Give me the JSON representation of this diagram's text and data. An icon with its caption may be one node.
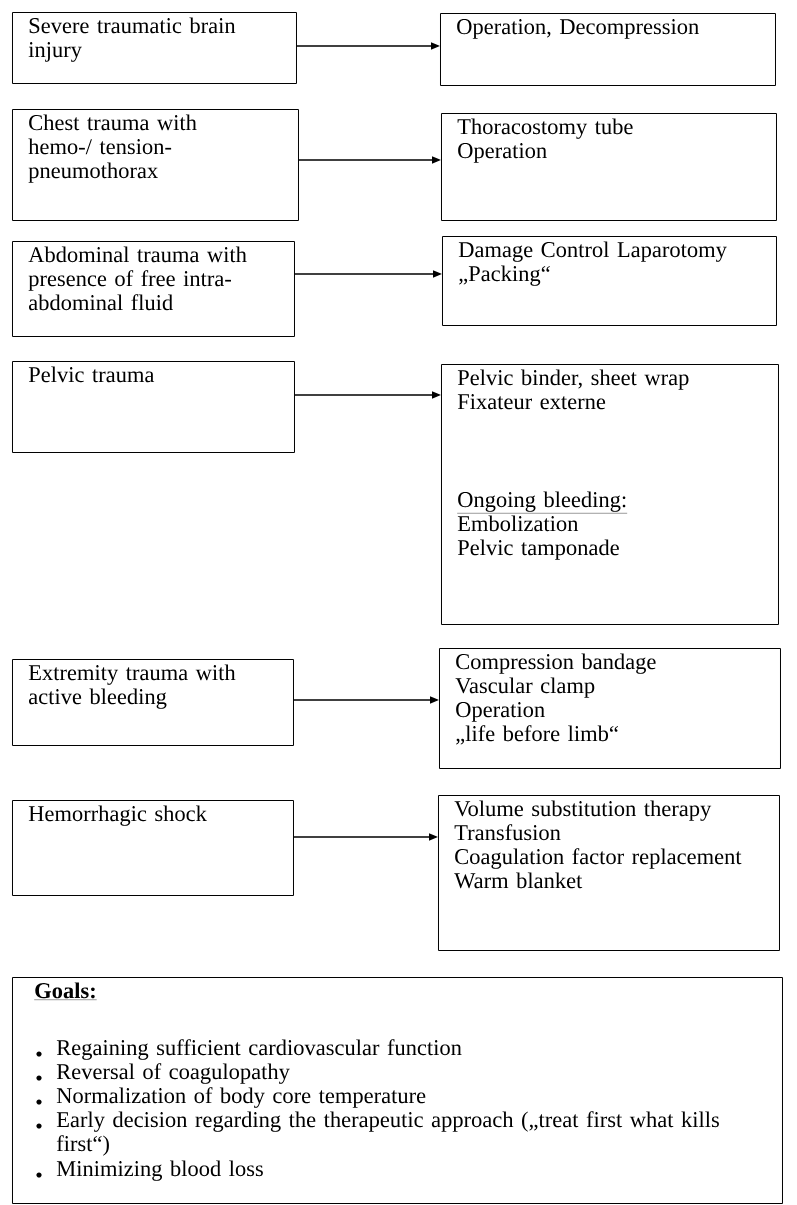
{
  "diagram": {
    "nodes": [
      {
        "text": [
          "Severe traumatic brain injury"
        ]
      },
      {
        "text": [
          "Operation, Decompression"
        ]
      },
      {
        "text": [
          "Chest trauma with hemo-/ tension-pneumothorax"
        ]
      },
      {
        "text": [
          "Thoracostomy tube",
          "Operation"
        ]
      },
      {
        "text": [
          "Abdominal trauma with presence of free intra-abdominal fluid"
        ]
      },
      {
        "text": [
          "Damage Control Laparotomy",
          "„Packing“"
        ]
      },
      {
        "text": [
          "Pelvic trauma"
        ]
      },
      {
        "text": [
          "Pelvic binder, sheet wrap",
          "Fixateur externe",
          "Ongoing bleeding:",
          "Embolization",
          "Pelvic tamponade"
        ]
      },
      {
        "text": [
          "Extremity trauma with active bleeding"
        ]
      },
      {
        "text": [
          "Compression bandage",
          "Vascular clamp",
          "Operation",
          "„life before limb“"
        ]
      },
      {
        "text": [
          "Hemorrhagic shock"
        ]
      },
      {
        "text": [
          "Volume substitution therapy",
          "Transfusion",
          "Coagulation factor replacement",
          "Warm blanket"
        ]
      },
      {
        "text": [
          "Goals:",
          "Regaining sufficient cardiovascular function",
          "Reversal of coagulopathy",
          "Normalization of body core temperature",
          "Early decision regarding the therapeutic approach („treat first what kills first“)",
          "Minimizing blood loss"
        ]
      }
    ],
    "edges": [
      {
        "from": 0,
        "to": 1,
        "arrow": "to"
      },
      {
        "from": 2,
        "to": 3,
        "arrow": "to"
      },
      {
        "from": 4,
        "to": 5,
        "arrow": "to"
      },
      {
        "from": 6,
        "to": 7,
        "arrow": "to"
      },
      {
        "from": 8,
        "to": 9,
        "arrow": "to"
      },
      {
        "from": 10,
        "to": 11,
        "arrow": "to"
      }
    ]
  }
}
